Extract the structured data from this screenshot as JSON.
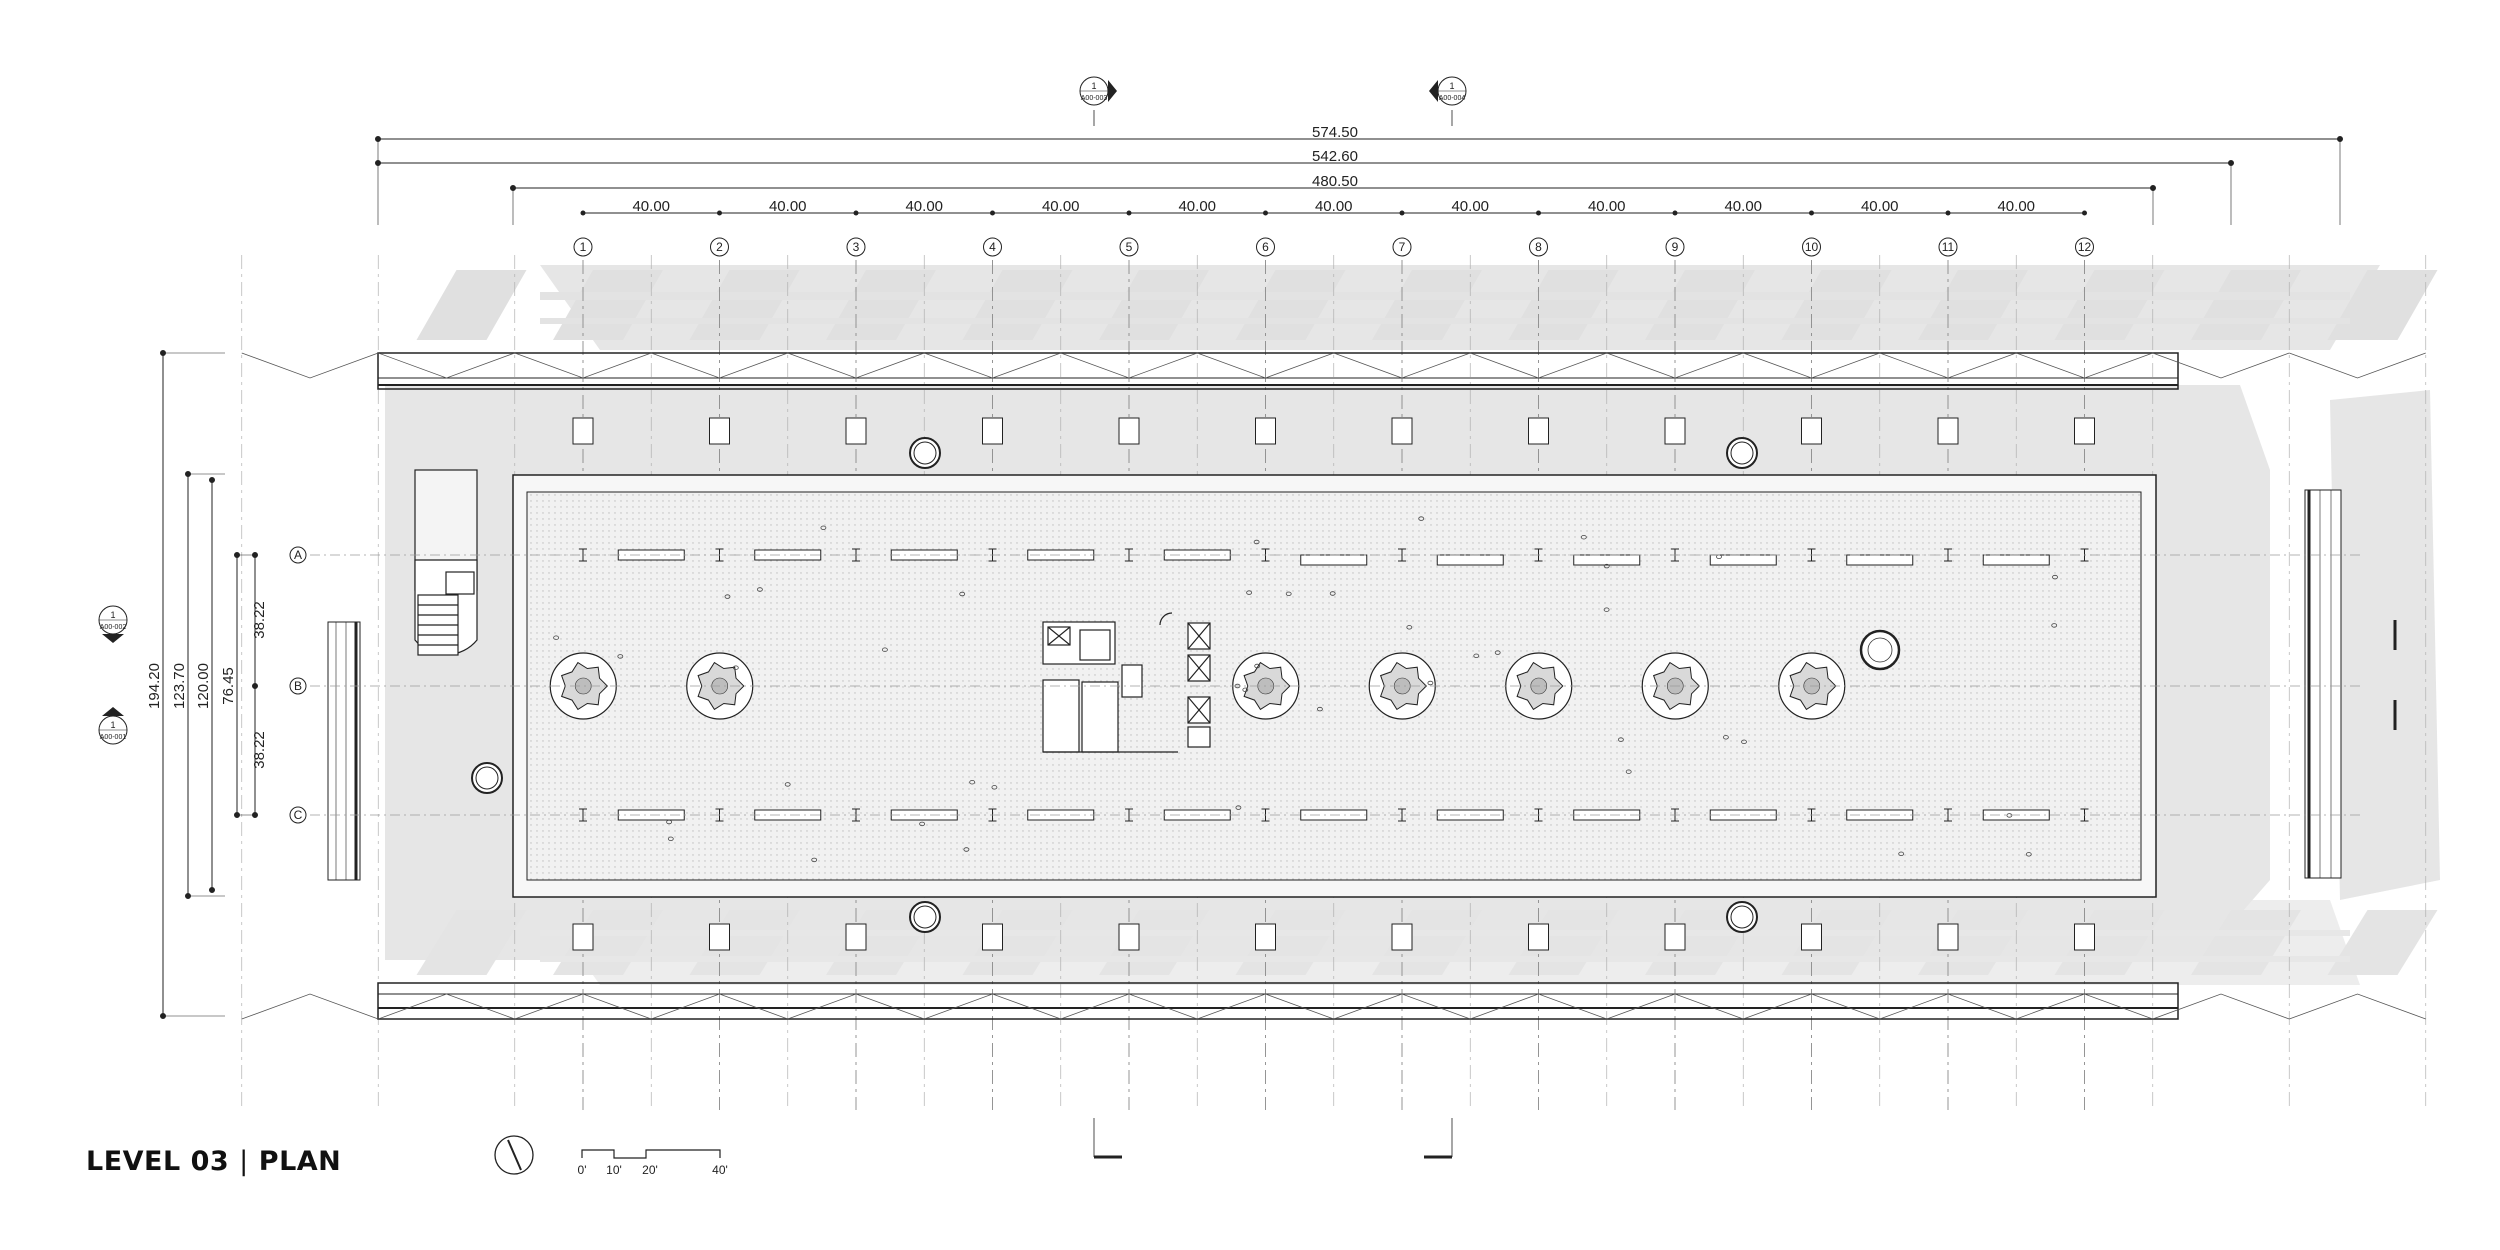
{
  "title": {
    "level": "LEVEL 03",
    "separator": "|",
    "view": "PLAN"
  },
  "dimensions": {
    "overall_1": "574.50",
    "overall_2": "542.60",
    "overall_3": "480.50",
    "bay": "40.00",
    "vertical": [
      "194.20",
      "123.70",
      "120.00",
      "76.45",
      "38.22",
      "38.22"
    ]
  },
  "grid_columns": [
    "1",
    "2",
    "3",
    "4",
    "5",
    "6",
    "7",
    "8",
    "9",
    "10",
    "11",
    "12"
  ],
  "grid_rows": [
    "A",
    "B",
    "C"
  ],
  "section_tags": [
    {
      "number": "1",
      "sheet": "A00-003"
    },
    {
      "number": "1",
      "sheet": "A00-004"
    },
    {
      "number": "1",
      "sheet": "A00-002"
    },
    {
      "number": "1",
      "sheet": "A00-001"
    }
  ],
  "scale_bar": [
    "0'",
    "10'",
    "20'",
    "40'"
  ],
  "colors": {
    "line": "#222222",
    "shadow": "#e2e2e2",
    "floor": "#efefef",
    "grid": "#9a9a9a"
  }
}
